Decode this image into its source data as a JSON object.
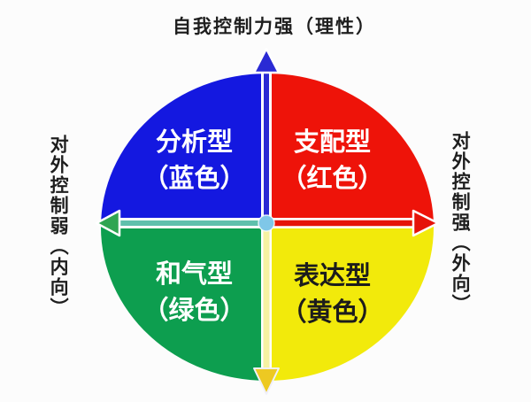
{
  "diagram": {
    "top_axis_label": "自我控制力强（理性）",
    "left_axis_label": "对外控制弱（内向）",
    "right_axis_label": "对外控制强（外向）",
    "quadrants": {
      "analytical": {
        "name": "分析型",
        "color_note": "（蓝色）",
        "fill": "#1418e0",
        "text_color": "#ffffff"
      },
      "dominant": {
        "name": "支配型",
        "color_note": "（红色）",
        "fill": "#ee1309",
        "text_color": "#ffffff"
      },
      "amiable": {
        "name": "和气型",
        "color_note": "（绿色）",
        "fill": "#0d9e4f",
        "text_color": "#ffffff"
      },
      "expressive": {
        "name": "表达型",
        "color_note": "（黄色）",
        "fill": "#f2ea0b",
        "text_color": "#1c1c1c"
      }
    },
    "axes": {
      "outline_color": "#ffffff",
      "up_arrow_color": "#2a2ad4",
      "right_arrow_color": "#e51309",
      "left_arrow_head_color": "#2fa552",
      "left_shaft_color": "#5fc0ac",
      "down_arrow_head_color": "#edc922",
      "down_shaft_color": "#f6f2a2",
      "center_dot_color": "#7fc7e8"
    }
  }
}
